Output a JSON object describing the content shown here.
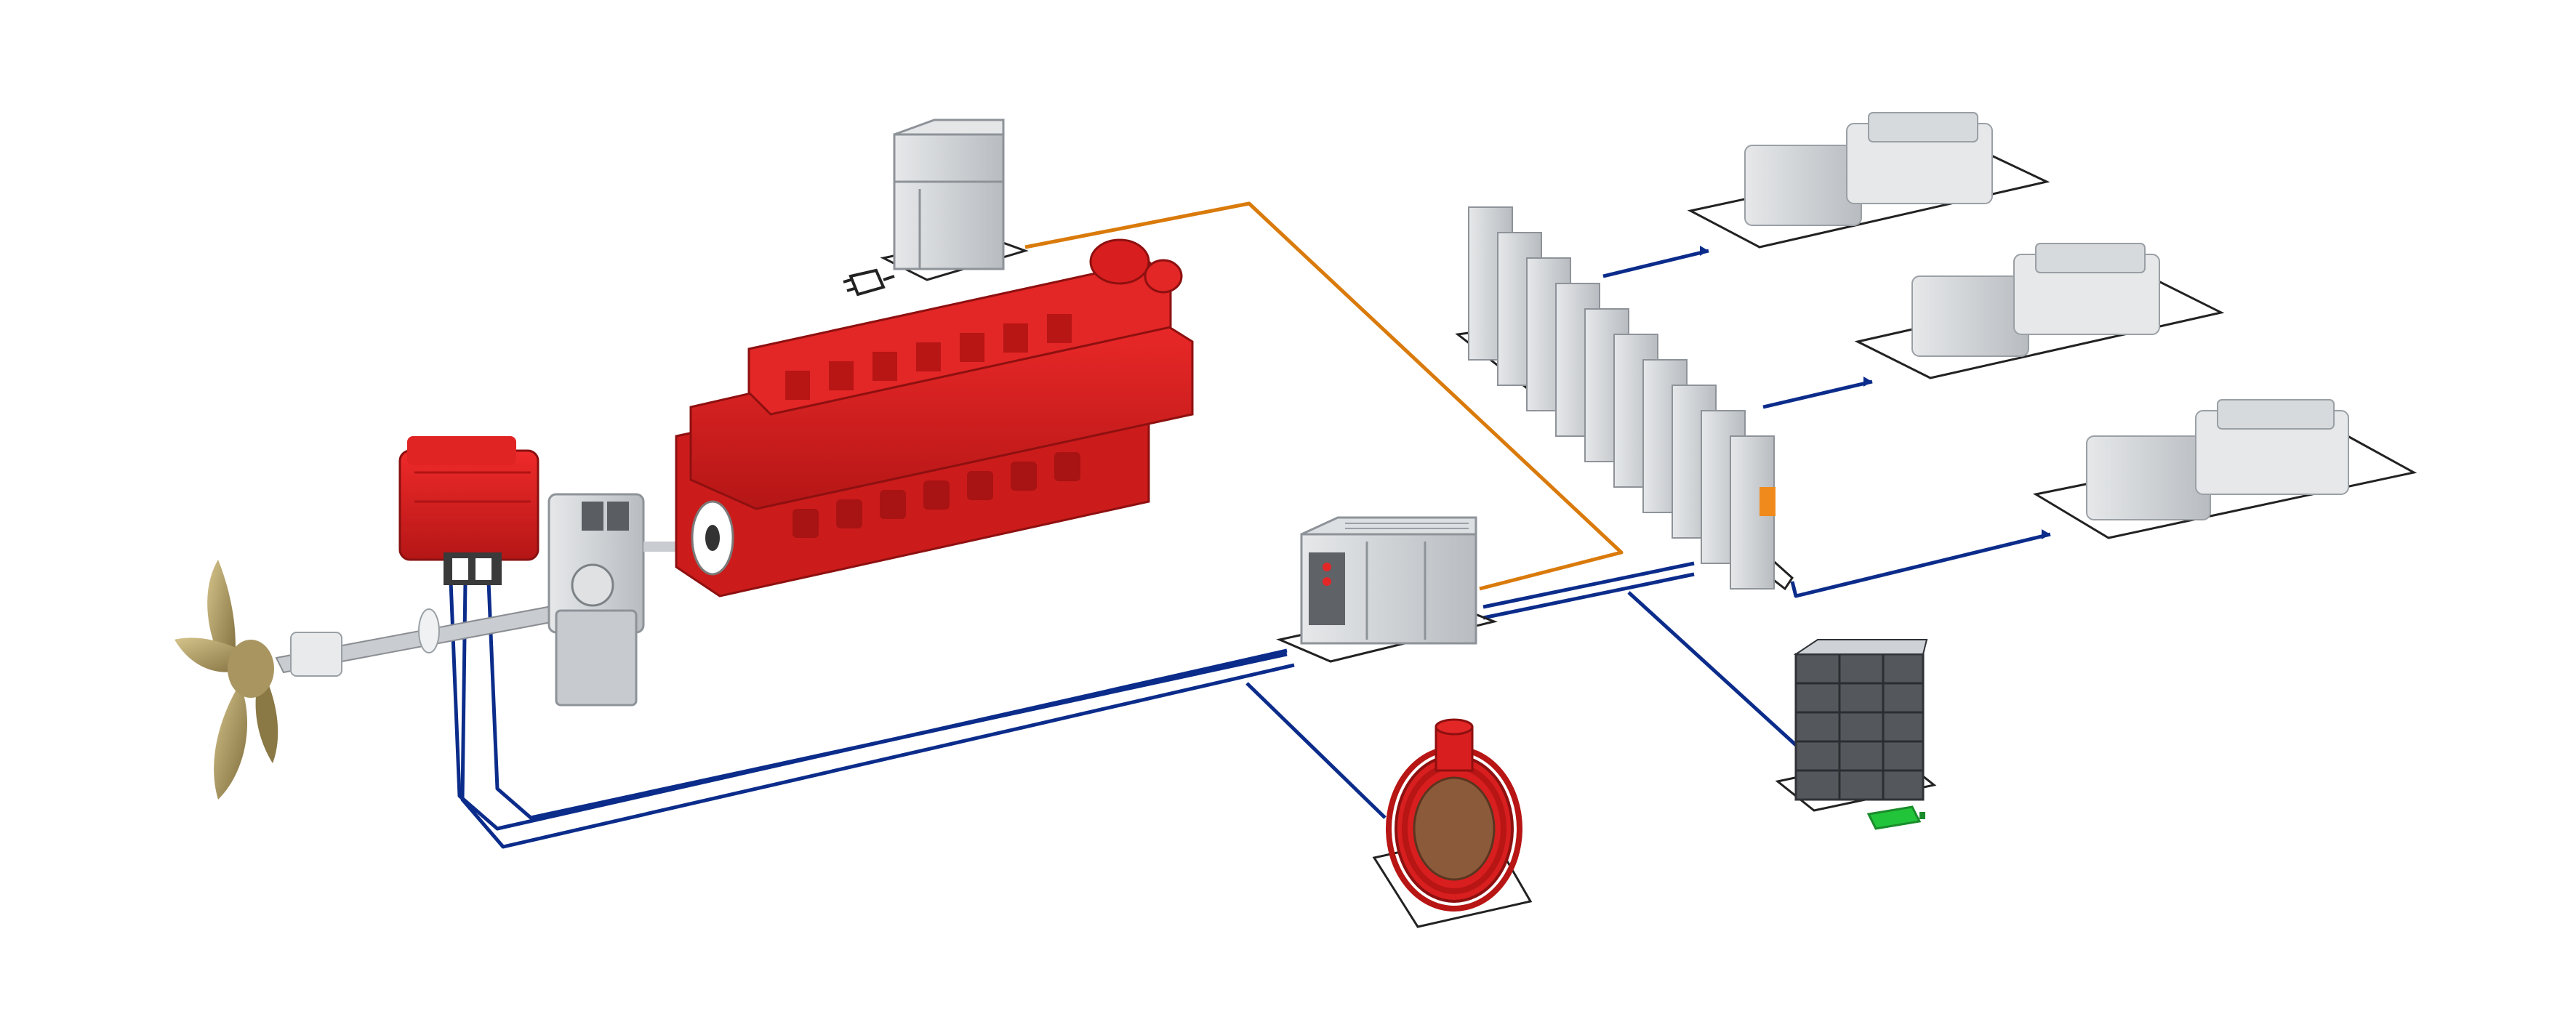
{
  "diagram": {
    "description_text": "",
    "colors": {
      "background": "#ffffff",
      "shore_line": "#d97a0b",
      "power_line": "#0b2c8a",
      "engine_red": "#d81e1e",
      "engine_red_dark": "#9e1212",
      "equipment_grey": "#cfd2d6",
      "equipment_grey_dark": "#9ea3a8",
      "cabinet_accent": "#f08a1c",
      "battery_green": "#22c43a",
      "propeller_bronze": "#a8935a",
      "pad_outline": "#222222"
    },
    "components": [
      {
        "name": "propeller",
        "icon": "propeller-icon"
      },
      {
        "name": "shaft-generator",
        "icon": "electric-motor-icon"
      },
      {
        "name": "gearbox",
        "icon": "gearbox-icon"
      },
      {
        "name": "main-engine",
        "icon": "engine-icon"
      },
      {
        "name": "shore-connection",
        "icon": "plug-icon"
      },
      {
        "name": "frequency-converter",
        "icon": "converter-cabinet-icon"
      },
      {
        "name": "switchboard",
        "icon": "switchboard-icon"
      },
      {
        "name": "auxiliary-gensets",
        "icon": "genset-icon"
      },
      {
        "name": "battery-storage",
        "icon": "battery-icon"
      },
      {
        "name": "thruster",
        "icon": "tunnel-thruster-icon"
      }
    ]
  }
}
